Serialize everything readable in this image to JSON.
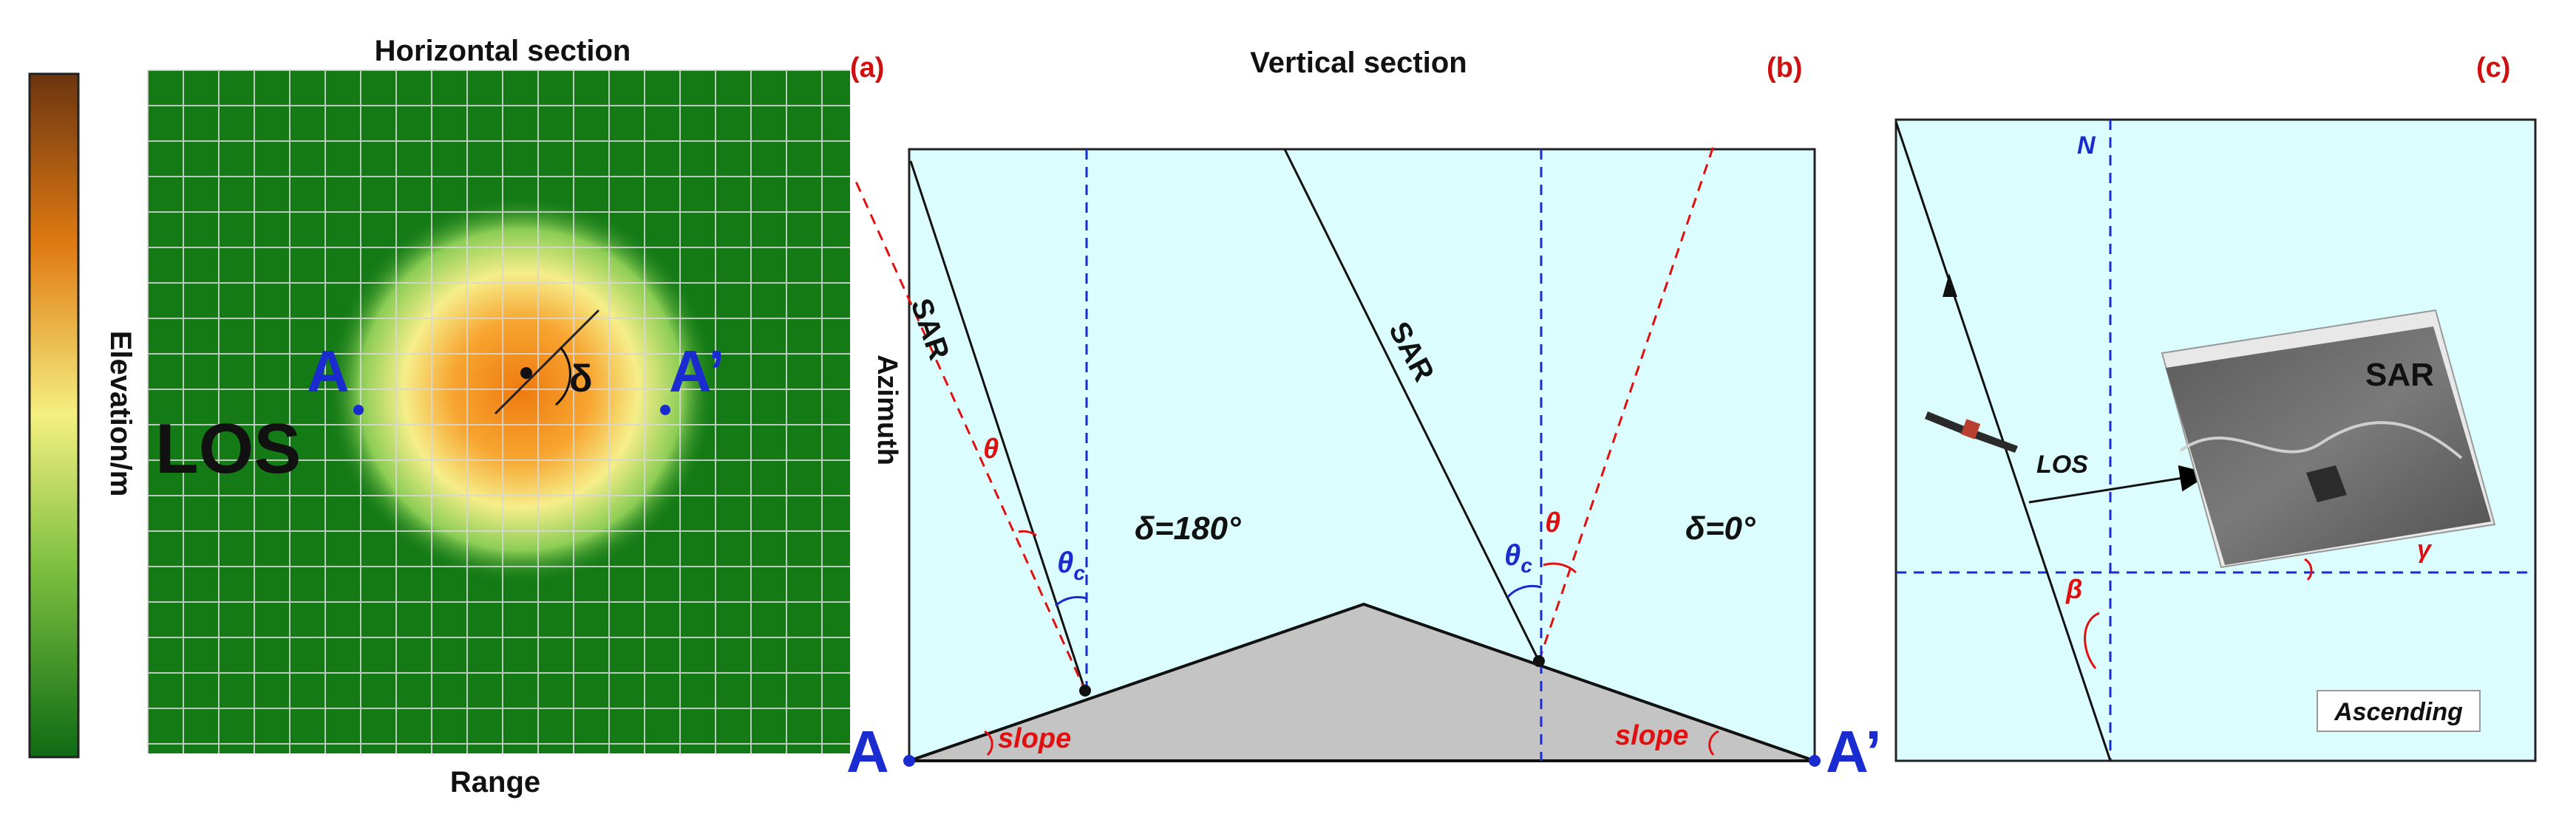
{
  "colorbar": {
    "label": "Elevation/m",
    "colors": {
      "top": "#6b3510",
      "upper": "#e07a12",
      "middle": "#f4f080",
      "lower": "#7ec040",
      "bottom": "#0e6b14"
    }
  },
  "panel_a": {
    "tag": "(a)",
    "title": "Horizontal section",
    "xlabel": "Range",
    "los_label": "LOS",
    "delta": "δ",
    "point_a": "A",
    "point_a_prime": "A’",
    "colors": {
      "field": "#137a16",
      "grid": "#d8d8d8",
      "peak": "#f08a14"
    }
  },
  "panel_b": {
    "tag": "(b)",
    "title": "Vertical section",
    "ylabel": "Azimuth",
    "sar_left": "SAR",
    "sar_right": "SAR",
    "theta": "θ",
    "theta_c": "θ",
    "theta_c_sub": "c",
    "delta_left": "δ=180°",
    "delta_right": "δ=0°",
    "slope_left": "slope",
    "slope_right": "slope",
    "point_a": "A",
    "point_a_prime": "A’",
    "colors": {
      "bg": "#dcfdfd",
      "terrain": "#c4c4c4",
      "dash_red": "#e01010",
      "dash_blue": "#1a2bd0",
      "label_blue": "#1a2bd0"
    }
  },
  "panel_c": {
    "tag": "(c)",
    "north": "N",
    "los": "LOS",
    "beta": "β",
    "gamma": "γ",
    "sar": "SAR",
    "ascending": "Ascending",
    "colors": {
      "bg": "#dcfdfd",
      "blue": "#1a2bd0",
      "red": "#e01010"
    }
  }
}
